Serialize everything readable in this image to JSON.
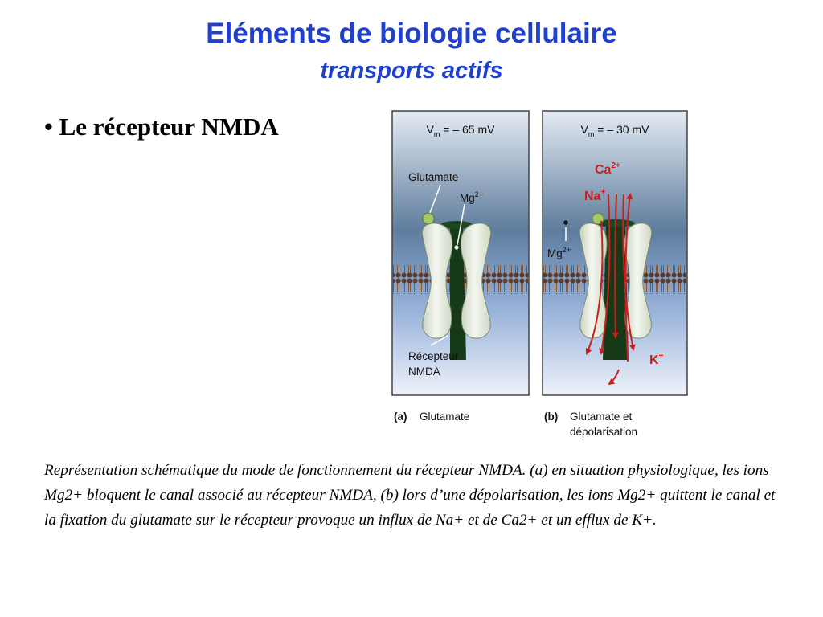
{
  "slide": {
    "title": "Eléments de biologie cellulaire",
    "subtitle": "transports actifs",
    "bullet_marker": "•",
    "bullet_text": "Le récepteur NMDA",
    "caption": "Représentation schématique du mode de fonctionnement du récepteur NMDA. (a) en situation physiologique, les ions Mg2+ bloquent le canal associé au récepteur NMDA, (b) lors d’une dépolarisation, les ions Mg2+ quittent le canal et la fixation du glutamate sur le récepteur provoque un influx de Na+ et de Ca2+ et un efflux de K+."
  },
  "figure": {
    "panel_a": {
      "vm_prefix": "V",
      "vm_sub": "m",
      "vm_value": " = – 65 mV",
      "glutamate_label": "Glutamate",
      "mg_base": "Mg",
      "mg_sup": "2+",
      "receptor_label_1": "Récepteur",
      "receptor_label_2": "NMDA",
      "tag": "(a)",
      "label": "Glutamate"
    },
    "panel_b": {
      "vm_prefix": "V",
      "vm_sub": "m",
      "vm_value": " = – 30 mV",
      "ca_base": "Ca",
      "ca_sup": "2+",
      "na_base": "Na",
      "na_sup": "+",
      "k_base": "K",
      "k_sup": "+",
      "mg_base": "Mg",
      "mg_sup": "2+",
      "tag": "(b)",
      "label_1": "Glutamate et",
      "label_2": "dépolarisation"
    },
    "colors": {
      "ion_red": "#c8201e",
      "extracellular": "#5d7b9c",
      "intracellular": "#7fa0d2",
      "channel_dark": "#163a18",
      "subunit": "#e9eee2"
    }
  }
}
